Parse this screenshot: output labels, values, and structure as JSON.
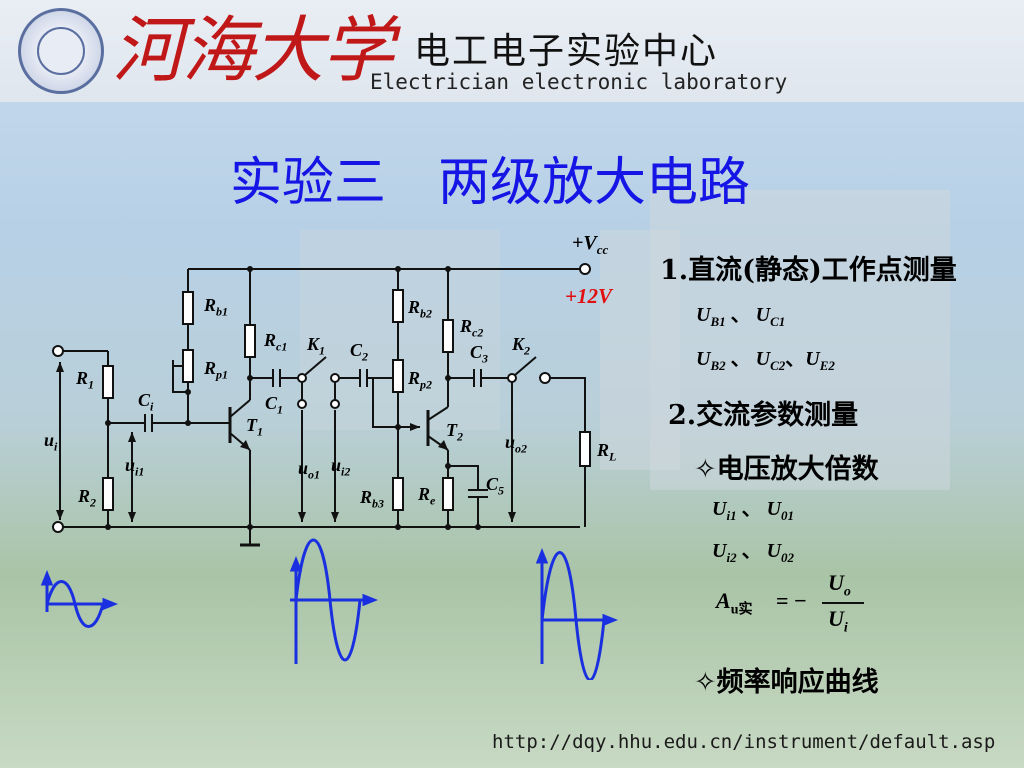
{
  "header": {
    "university_name": "河海大学",
    "lab_name_cn": "电工电子实验中心",
    "lab_name_en": "Electrician electronic laboratory"
  },
  "title": "实验三　两级放大电路",
  "circuit": {
    "supply_label": "+V",
    "supply_sub": "cc",
    "supply_value": "+12V",
    "labels": {
      "rb1": "R",
      "rb1_sub": "b1",
      "rp1": "R",
      "rp1_sub": "p1",
      "rc1": "R",
      "rc1_sub": "c1",
      "k1": "K",
      "k1_sub": "1",
      "c2": "C",
      "c2_sub": "2",
      "rb2": "R",
      "rb2_sub": "b2",
      "rc2": "R",
      "rc2_sub": "c2",
      "c3": "C",
      "c3_sub": "3",
      "k2": "K",
      "k2_sub": "2",
      "r1": "R",
      "r1_sub": "1",
      "ci": "C",
      "ci_sub": "i",
      "c1": "C",
      "c1_sub": "1",
      "t1": "T",
      "t1_sub": "1",
      "rp2": "R",
      "rp2_sub": "p2",
      "t2": "T",
      "t2_sub": "2",
      "ui": "u",
      "ui_sub": "i",
      "ui1": "u",
      "ui1_sub": "i1",
      "uo1": "u",
      "uo1_sub": "o1",
      "ui2": "u",
      "ui2_sub": "i2",
      "uo2": "u",
      "uo2_sub": "o2",
      "rl": "R",
      "rl_sub": "L",
      "r2": "R",
      "r2_sub": "2",
      "rb3": "R",
      "rb3_sub": "b3",
      "re": "R",
      "re_sub": "e",
      "c5": "C",
      "c5_sub": "5"
    }
  },
  "notes": {
    "item1_num": "1.",
    "item1_text": "直流(静态)工作点测量",
    "item1_line1": {
      "a": "U",
      "a_sub": "B1",
      "sep": "、",
      "b": "U",
      "b_sub": "C1"
    },
    "item1_line2": {
      "a": "U",
      "a_sub": "B2",
      "sep1": "、",
      "b": "U",
      "b_sub": "C2",
      "sep2": "、",
      "c": "U",
      "c_sub": "E2"
    },
    "item2_num": "2.",
    "item2_text": "交流参数测量",
    "sub1_bullet": "✧",
    "sub1_text": "电压放大倍数",
    "sub1_line1": {
      "a": "U",
      "a_sub": "i1",
      "sep": "、",
      "b": "U",
      "b_sub": "01"
    },
    "sub1_line2": {
      "a": "U",
      "a_sub": "i2",
      "sep": "、",
      "b": "U",
      "b_sub": "02"
    },
    "formula": {
      "lhs": "A",
      "lhs_sub": "u实",
      "eq": "= −",
      "num": "U",
      "num_sub": "o",
      "den": "U",
      "den_sub": "i"
    },
    "sub2_bullet": "✧",
    "sub2_text": "频率响应曲线"
  },
  "footer_url": "http://dqy.hhu.edu.cn/instrument/default.asp",
  "colors": {
    "title": "#1515e6",
    "calligraphy": "#c01818",
    "supply_value": "#e01010",
    "waveform": "#1a30e0"
  }
}
